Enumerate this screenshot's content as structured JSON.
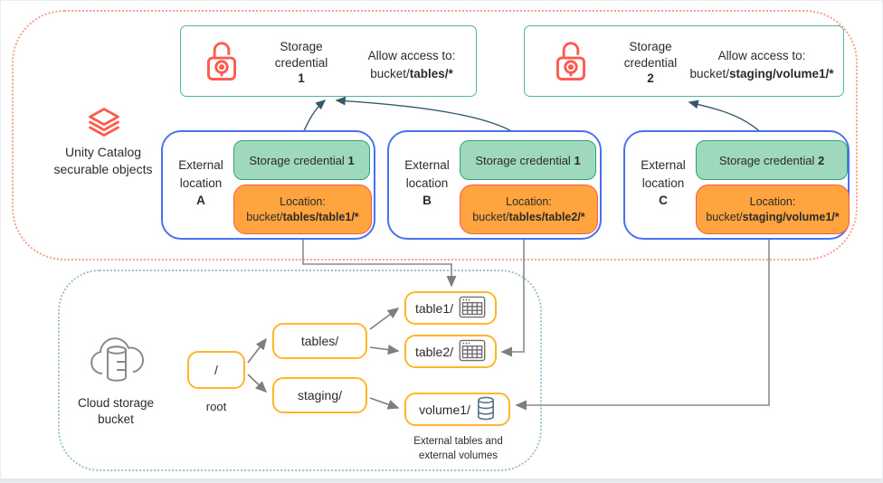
{
  "unity_region": {
    "label_line1": "Unity Catalog",
    "label_line2": "securable objects",
    "icon": "databricks-layers-icon"
  },
  "bucket_region": {
    "label_line1": "Cloud storage",
    "label_line2": "bucket",
    "icon": "cloud-storage-icon"
  },
  "credentials": [
    {
      "title_line1": "Storage",
      "title_line2": "credential",
      "number": "1",
      "access_label": "Allow access to:",
      "path_prefix": "bucket/",
      "path_bold": "tables/*",
      "icon": "lock-icon"
    },
    {
      "title_line1": "Storage",
      "title_line2": "credential",
      "number": "2",
      "access_label": "Allow access to:",
      "path_prefix": "bucket/",
      "path_bold": "staging/volume1/*",
      "icon": "lock-icon"
    }
  ],
  "locations": [
    {
      "label_line1": "External",
      "label_line2": "location",
      "letter": "A",
      "credential_text": "Storage credential",
      "credential_number": "1",
      "location_label": "Location:",
      "path_prefix": "bucket/",
      "path_bold": "tables/table1/*"
    },
    {
      "label_line1": "External",
      "label_line2": "location",
      "letter": "B",
      "credential_text": "Storage credential",
      "credential_number": "1",
      "location_label": "Location:",
      "path_prefix": "bucket/",
      "path_bold": "tables/table2/*"
    },
    {
      "label_line1": "External",
      "label_line2": "location",
      "letter": "C",
      "credential_text": "Storage credential",
      "credential_number": "2",
      "location_label": "Location:",
      "path_prefix": "bucket/",
      "path_bold": "staging/volume1/*"
    }
  ],
  "tree": {
    "root_label": "/",
    "root_caption": "root",
    "folder_tables": "tables/",
    "folder_staging": "staging/",
    "leaf_table1": "table1/",
    "leaf_table2": "table2/",
    "leaf_volume1": "volume1/",
    "caption_line1": "External tables and",
    "caption_line2": "external volumes"
  },
  "colors": {
    "coral": "#fa5d50",
    "orange_fill": "#ffa43e",
    "orange_border": "#f4594c",
    "mint_fill": "#9ed8bd",
    "green_border": "#2fa377",
    "teal_card_border": "#4fb795",
    "blue_border": "#4a71f0",
    "amber_border": "#ffb628",
    "slate_arrow": "#33596b",
    "gray_arrow": "#7e7e7e",
    "dotted_red": "#f89e94",
    "dotted_blue": "#9fbfd4"
  }
}
